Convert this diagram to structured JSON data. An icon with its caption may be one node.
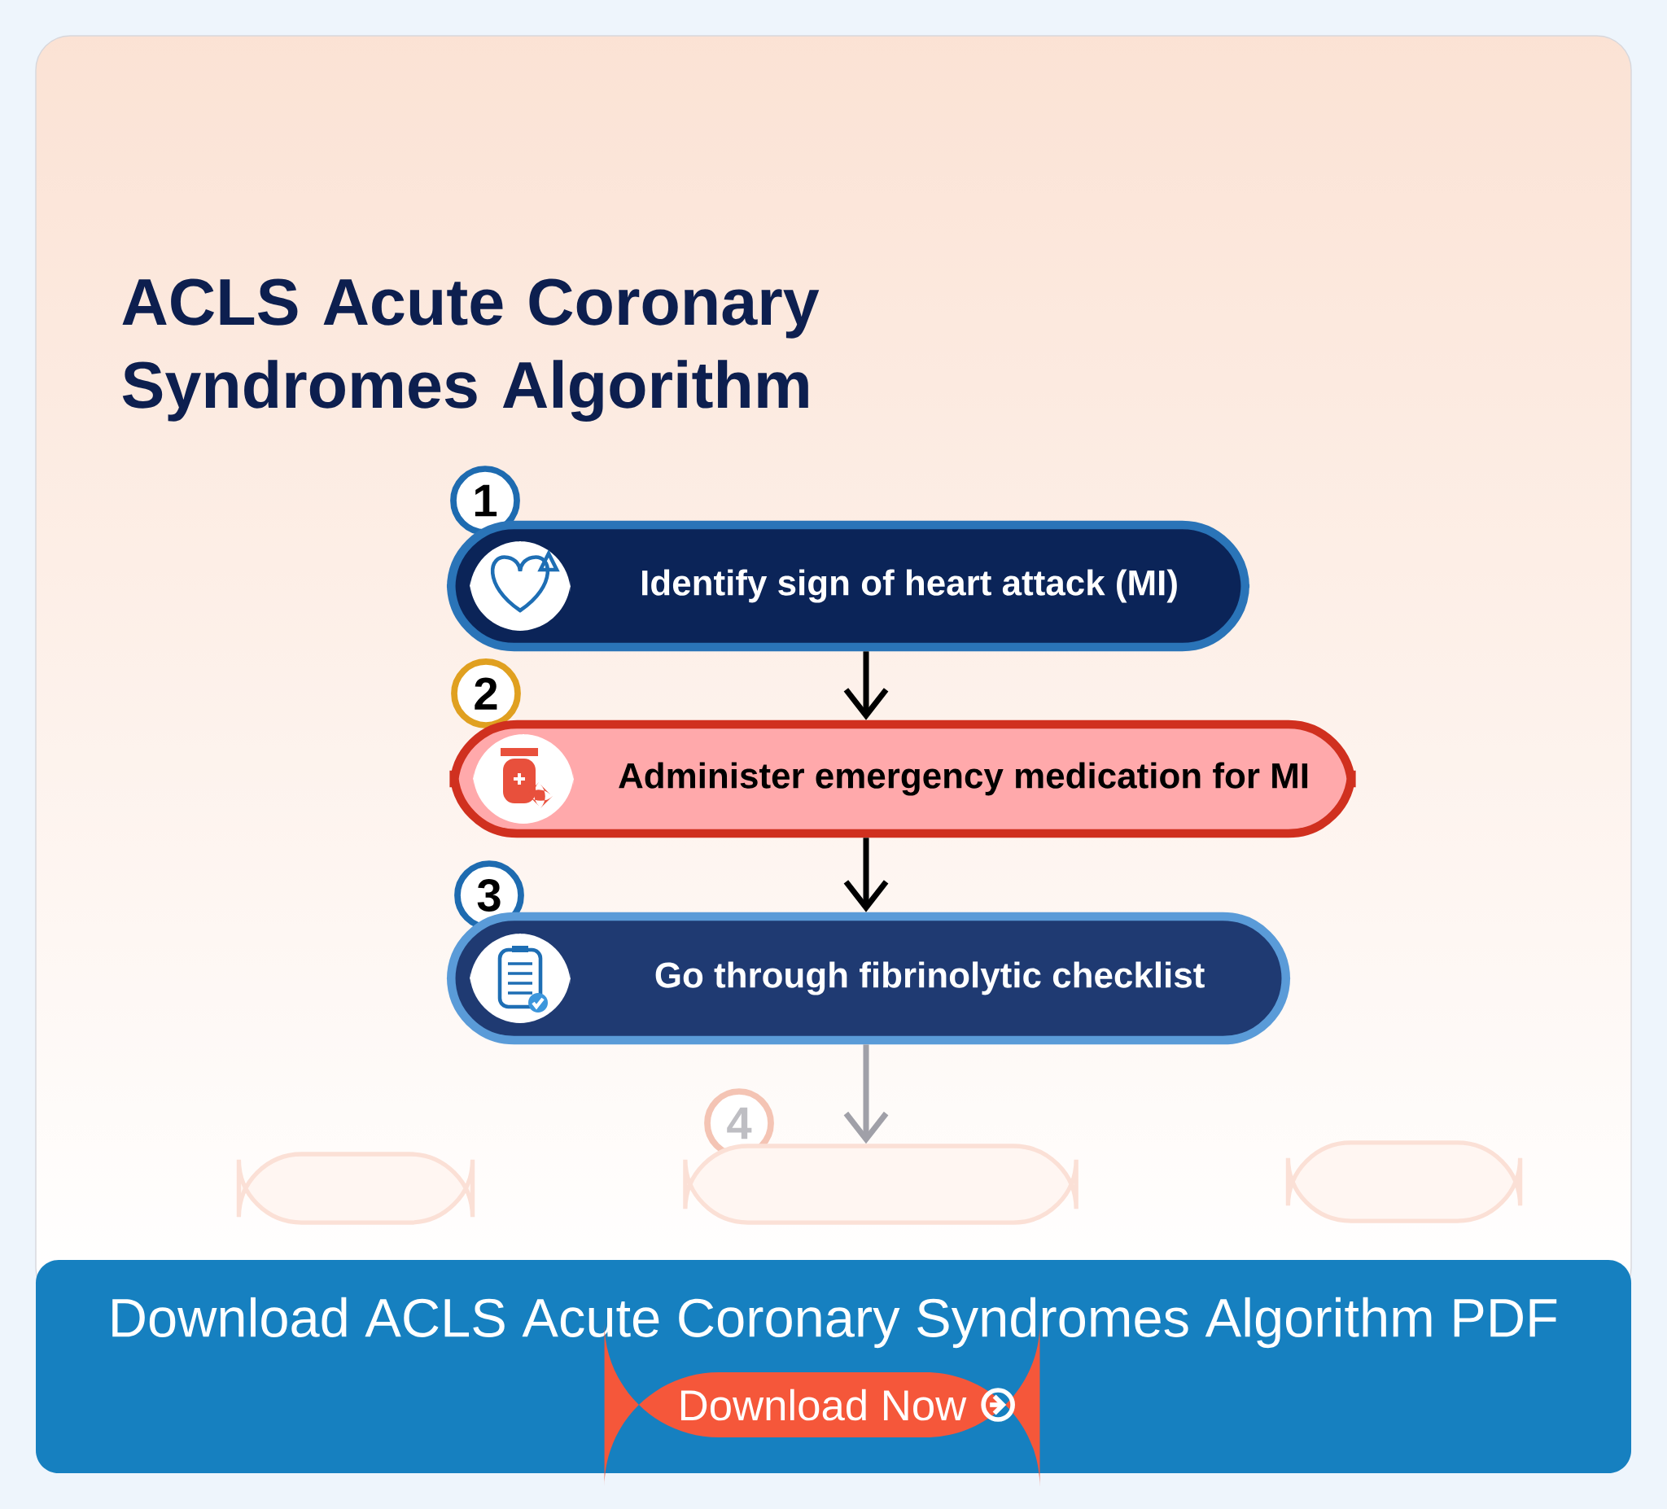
{
  "diagram": {
    "title": "ACLS Acute Coronary Syndromes Algorithm",
    "nodes": [
      {
        "text": [
          "Identify sign of heart attack (MI)"
        ],
        "beside": [
          "1"
        ]
      },
      {
        "text": [
          "Administer emergency medication for MI"
        ],
        "beside": [
          "2"
        ]
      },
      {
        "text": [
          "Go through fibrinolytic checklist"
        ],
        "beside": [
          "3"
        ]
      },
      {
        "text": [],
        "shape": "box"
      },
      {
        "text": [],
        "shape": "box",
        "beside": [
          "4"
        ]
      },
      {
        "text": [],
        "shape": "box"
      }
    ],
    "edges": [
      {
        "from": 0,
        "to": 1,
        "arrow": "to"
      },
      {
        "from": 1,
        "to": 2,
        "arrow": "to"
      },
      {
        "from": 2,
        "to": 4,
        "arrow": "to",
        "color": "#a0a0a8"
      }
    ],
    "labels": [
      "Download ACLS Acute Coronary Syndromes Algorithm PDF",
      "Download Now"
    ]
  }
}
